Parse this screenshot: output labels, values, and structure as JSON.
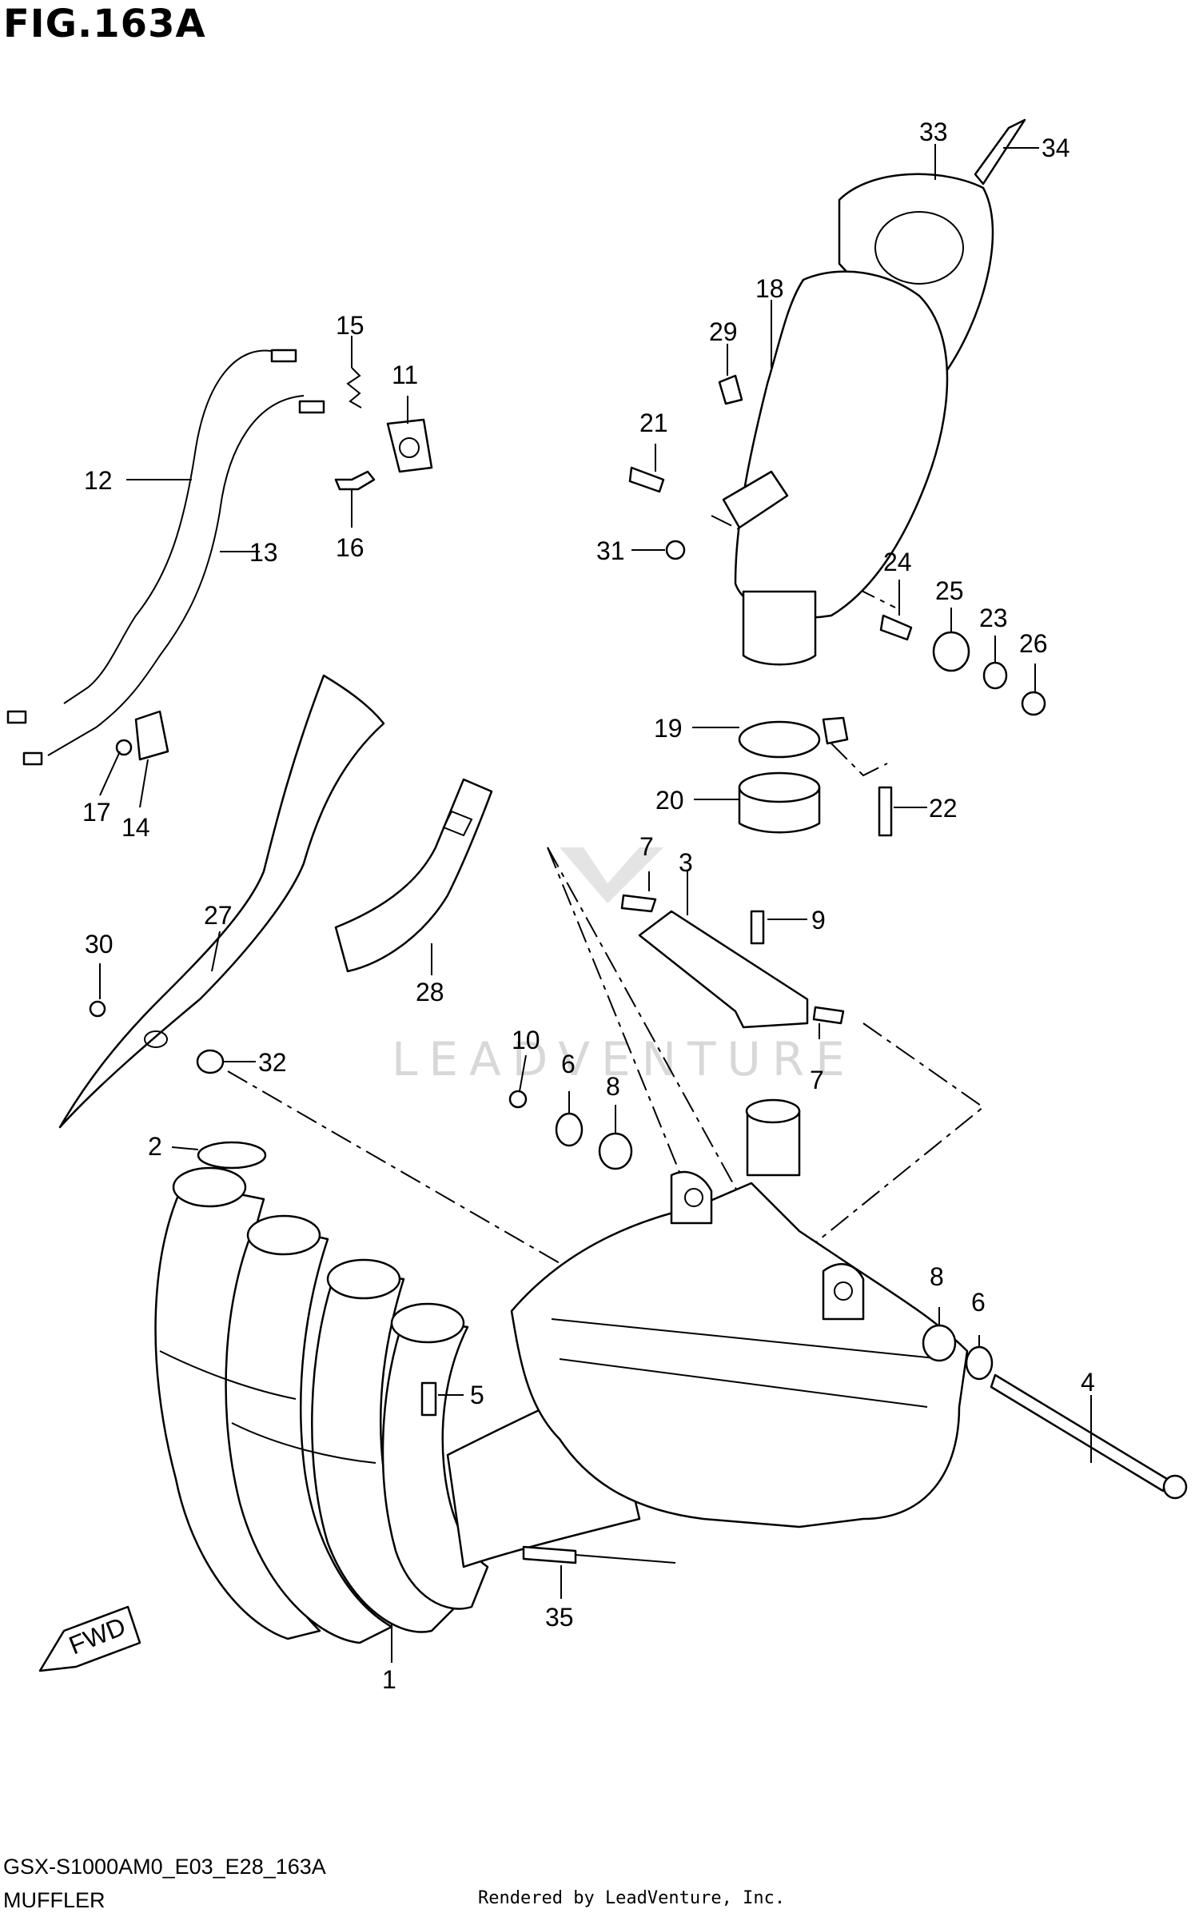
{
  "figure": {
    "title": "FIG.163A",
    "code": "GSX-S1000AM0_E03_E28_163A",
    "name": "MUFFLER",
    "credit": "Rendered by LeadVenture, Inc.",
    "watermark": "LEADVENTURE",
    "fwd_label": "FWD"
  },
  "callouts": [
    {
      "id": "1",
      "label": "1"
    },
    {
      "id": "2",
      "label": "2"
    },
    {
      "id": "3",
      "label": "3"
    },
    {
      "id": "4",
      "label": "4"
    },
    {
      "id": "5",
      "label": "5"
    },
    {
      "id": "6a",
      "label": "6"
    },
    {
      "id": "6b",
      "label": "6"
    },
    {
      "id": "7a",
      "label": "7"
    },
    {
      "id": "7b",
      "label": "7"
    },
    {
      "id": "8a",
      "label": "8"
    },
    {
      "id": "8b",
      "label": "8"
    },
    {
      "id": "9",
      "label": "9"
    },
    {
      "id": "10",
      "label": "10"
    },
    {
      "id": "11",
      "label": "11"
    },
    {
      "id": "12",
      "label": "12"
    },
    {
      "id": "13",
      "label": "13"
    },
    {
      "id": "14",
      "label": "14"
    },
    {
      "id": "15",
      "label": "15"
    },
    {
      "id": "16",
      "label": "16"
    },
    {
      "id": "17",
      "label": "17"
    },
    {
      "id": "18",
      "label": "18"
    },
    {
      "id": "19",
      "label": "19"
    },
    {
      "id": "20",
      "label": "20"
    },
    {
      "id": "21",
      "label": "21"
    },
    {
      "id": "22",
      "label": "22"
    },
    {
      "id": "23",
      "label": "23"
    },
    {
      "id": "24",
      "label": "24"
    },
    {
      "id": "25",
      "label": "25"
    },
    {
      "id": "26",
      "label": "26"
    },
    {
      "id": "27",
      "label": "27"
    },
    {
      "id": "28",
      "label": "28"
    },
    {
      "id": "29",
      "label": "29"
    },
    {
      "id": "30",
      "label": "30"
    },
    {
      "id": "31",
      "label": "31"
    },
    {
      "id": "32",
      "label": "32"
    },
    {
      "id": "33",
      "label": "33"
    },
    {
      "id": "34",
      "label": "34"
    },
    {
      "id": "35",
      "label": "35"
    }
  ]
}
